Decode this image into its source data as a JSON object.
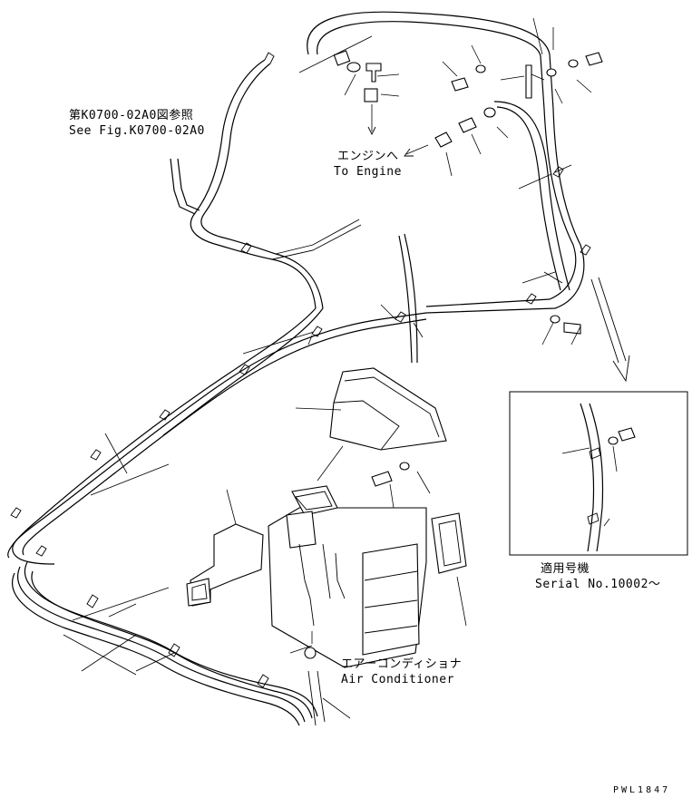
{
  "references": {
    "fig_ref_jp": "第K0700-02A0図参照",
    "fig_ref_en": "See Fig.K0700-02A0",
    "engine_jp": "エンジンへ",
    "engine_en": "To Engine",
    "aircon_jp": "エアーコンディショナ",
    "aircon_en": "Air Conditioner"
  },
  "inset": {
    "serial_jp": "適用号機",
    "serial_en": "Serial No.10002～"
  },
  "drawing_code": "PWL1847"
}
